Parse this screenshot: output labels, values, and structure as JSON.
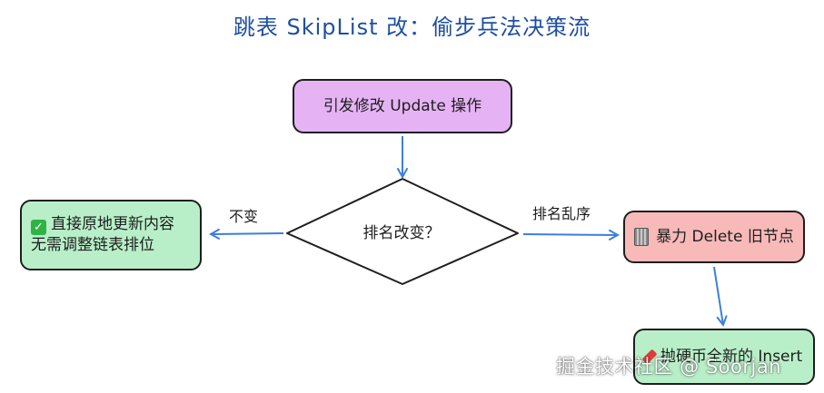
{
  "title": "跳表 SkipList 改：偷步兵法决策流",
  "nodes": {
    "start": "引发修改 Update 操作",
    "decision": "排名改变？",
    "inplace_line1": "直接原地更新内容",
    "inplace_line2": "无需调整链表排位",
    "delete": "暴力 Delete 旧节点",
    "insert": "抛硬币全新的 Insert"
  },
  "edges": {
    "no_change": "不变",
    "reorder": "排名乱序"
  },
  "icons": {
    "inplace": "check-mark-icon",
    "delete": "trash-can-icon",
    "insert": "pencil-icon"
  },
  "watermark": "掘金技术社区 @ Soorjan",
  "colors": {
    "title": "#1e4fa3",
    "start_fill": "#e5b3f4",
    "green_fill": "#b8efc8",
    "red_fill": "#f8b9b9",
    "arrow": "#3b7fe0"
  }
}
